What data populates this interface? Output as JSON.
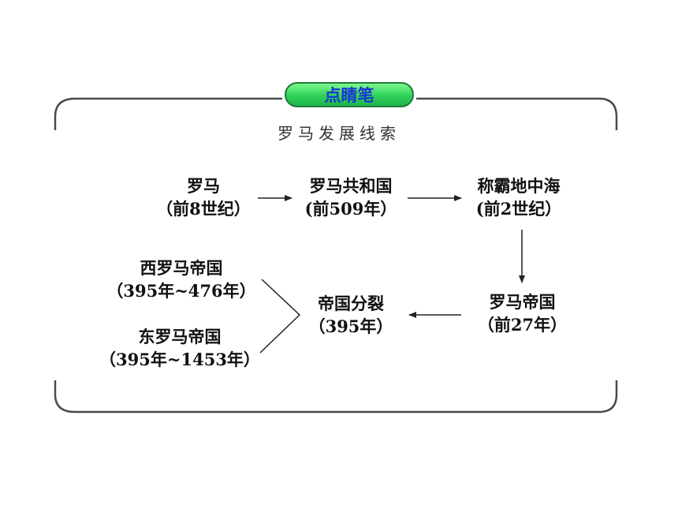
{
  "badge": {
    "label": "点睛笔"
  },
  "subtitle": "罗马发展线索",
  "nodes": {
    "rome": {
      "title": "罗马",
      "date": "（前8世纪）"
    },
    "republic": {
      "title": "罗马共和国",
      "date": "(前509年）"
    },
    "mediterranean": {
      "title": "称霸地中海",
      "date": "(前2世纪）"
    },
    "empire": {
      "title": "罗马帝国",
      "date": "（前27年）"
    },
    "split": {
      "title": "帝国分裂",
      "date": "（395年）"
    },
    "west": {
      "title": "西罗马帝国",
      "date": "（395年~476年）"
    },
    "east": {
      "title": "东罗马帝国",
      "date": "（395年~1453年）"
    }
  },
  "colors": {
    "frame": "#4a4a4a",
    "badge_text": "#1a34d6",
    "badge_fill": "#2fd05a",
    "arrow": "#222222"
  }
}
